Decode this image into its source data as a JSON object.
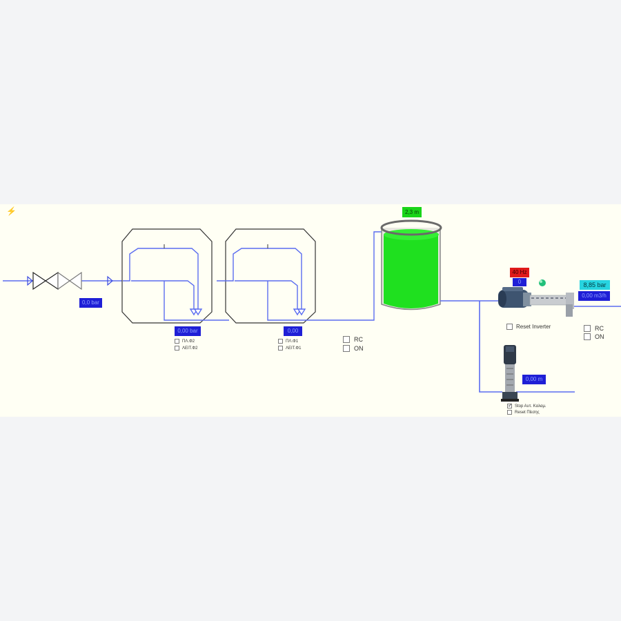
{
  "indicators": {
    "inlet_pressure": "0,0 bar",
    "filter2_pressure": "0,00 bar",
    "filter1_pressure": "0,00",
    "tank_level": "2,3 m",
    "inverter_freq": "40 Hz",
    "inverter_status": "0",
    "outlet_pressure": "8,85 bar",
    "outlet_flow": "0,00 m3/h",
    "booster_flow": "0,00 m"
  },
  "checkboxes": {
    "filter2_wash": "ΠΛ.Φ2",
    "filter2_operate": "ΛΕΙΤ.Φ2",
    "filter1_wash": "ΠΛ.Φ1",
    "filter1_operate": "ΛΕΙΤ.Φ1",
    "rc": "RC",
    "on": "ON",
    "reset_inverter": "Reset Inverter",
    "pump_rc": "RC",
    "pump_on": "ON",
    "stop_auto_wash": "Stop Aυτ. Καλαμ.",
    "stop_auto_wash_checked": true,
    "reset_pressure": "Reset Πίεσης"
  },
  "colors": {
    "pipe": "#5a6cf0",
    "tank_fill": "#1fe01f",
    "background": "#fffff4",
    "status_led": "#22c07a"
  },
  "icons": {
    "alert": "lightning-icon"
  }
}
